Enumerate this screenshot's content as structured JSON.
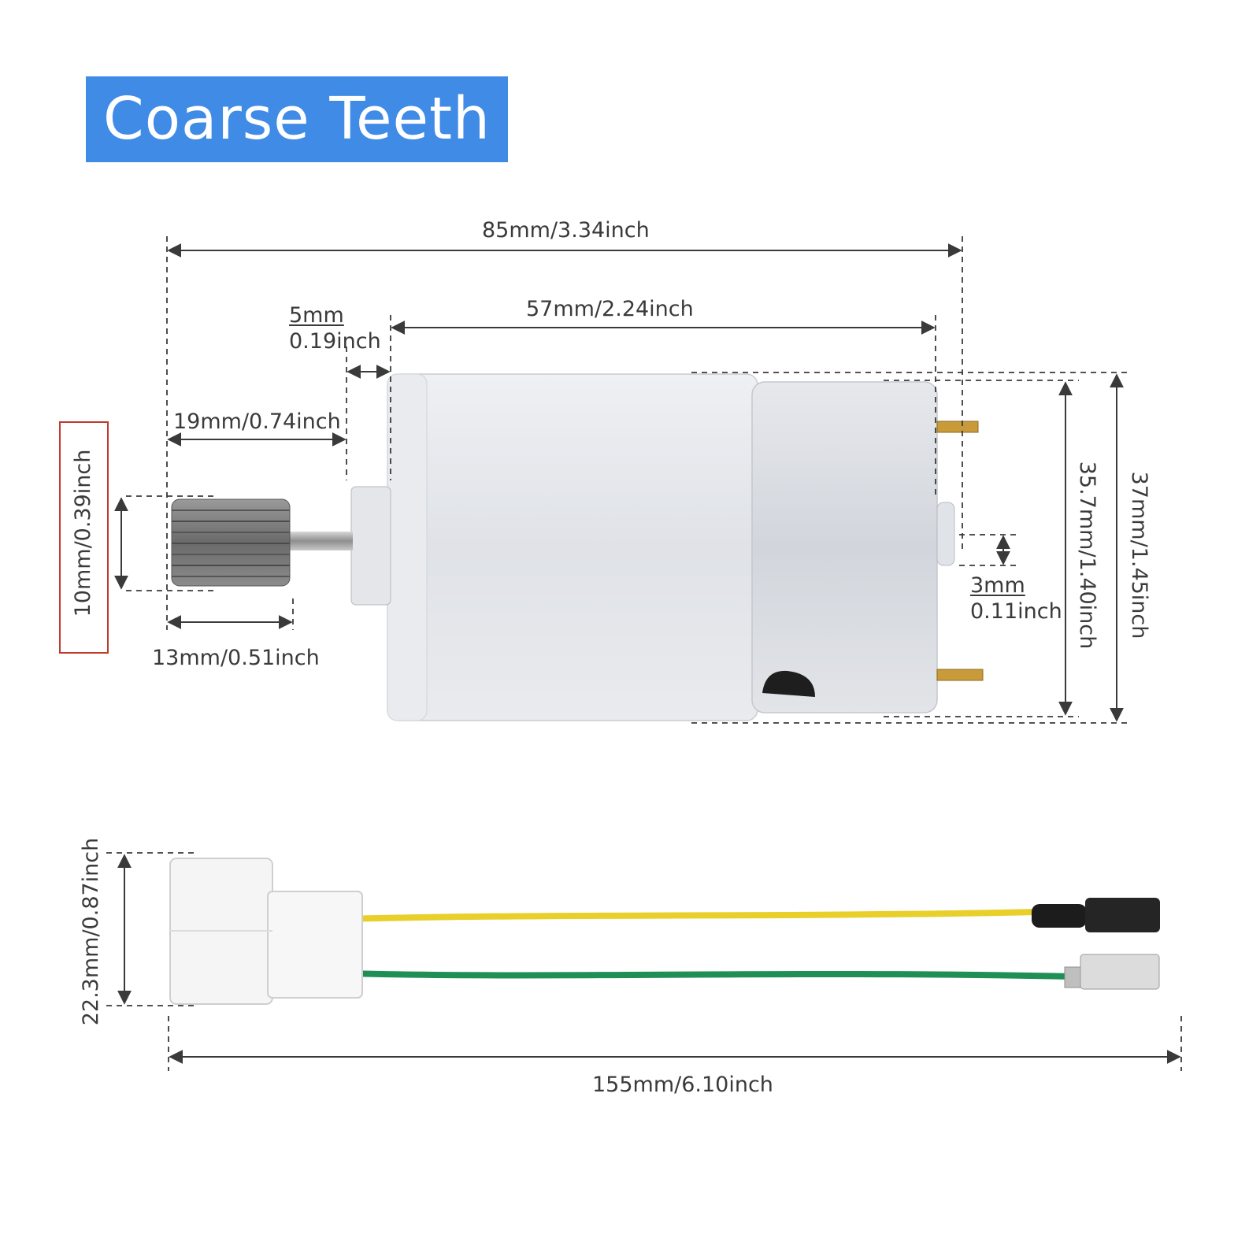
{
  "title": "Coarse Teeth",
  "colors": {
    "banner": "#3f8be6",
    "dimension_line": "#3a3a3a",
    "highlight_box": "#c0392b",
    "wire_yellow": "#e8cf2a",
    "wire_green": "#1f8f55",
    "motor_body": "#e3e6ea",
    "connector": "#f4f4f4"
  },
  "dimensions": {
    "overall_length": "85mm/3.34inch",
    "body_length": "57mm/2.24inch",
    "bearing_boss_mm": "5mm",
    "bearing_boss_inch": "0.19inch",
    "shaft_length": "19mm/0.74inch",
    "gear_diameter": "10mm/0.39inch",
    "gear_length": "13mm/0.51inch",
    "rear_boss_mm": "3mm",
    "rear_boss_inch": "0.11inch",
    "body_diameter_inner": "35.7mm/1.40inch",
    "body_diameter_outer": "37mm/1.45inch",
    "connector_height": "22.3mm/0.87inch",
    "cable_length": "155mm/6.10inch"
  },
  "icons": [
    "dc-motor-illustration",
    "pinion-gear-illustration",
    "wire-harness-illustration"
  ]
}
